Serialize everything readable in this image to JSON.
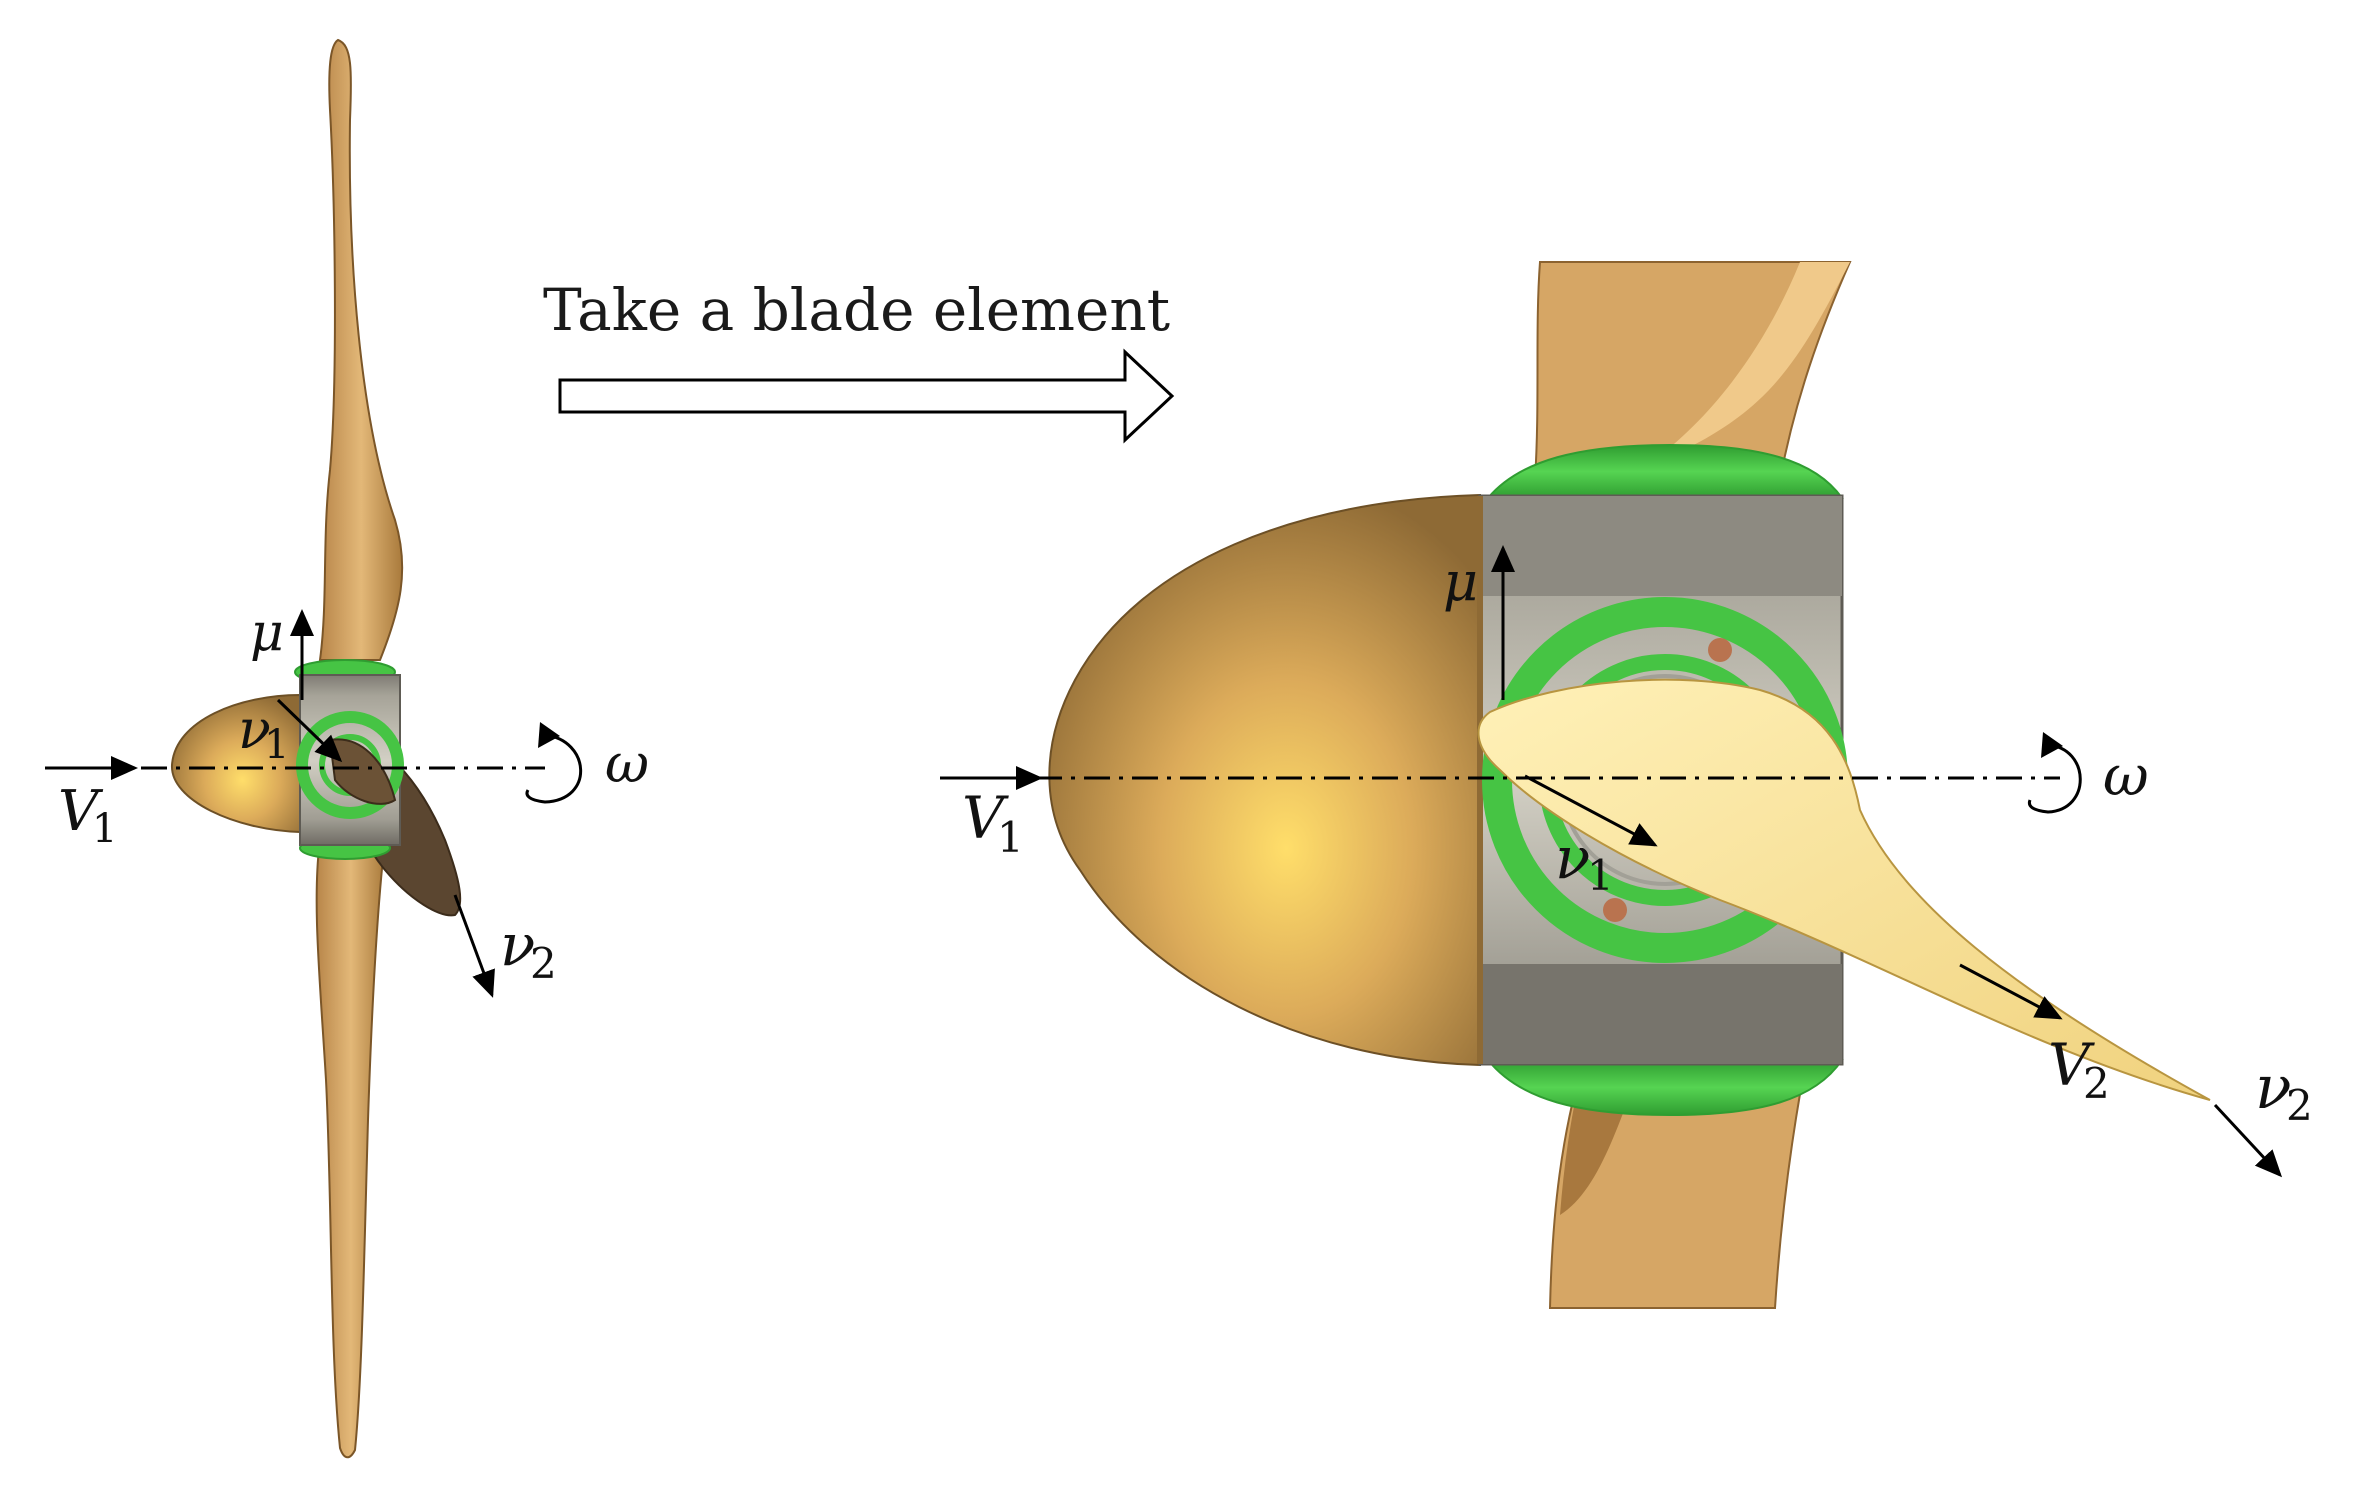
{
  "caption": "Take a blade element",
  "symbols": {
    "mu": "μ",
    "omega": "ω",
    "V": "V",
    "nu": "ν",
    "sub_1": "1",
    "sub_2": "2"
  },
  "colors": {
    "blade": "#d9a862",
    "blade_dark": "#a97a3c",
    "blade_light": "#f3df9a",
    "hub_grey": "#9a978e",
    "hub_light": "#c9c6bb",
    "ring_green": "#46c444",
    "ring_green_dark": "#2f9d31",
    "pin": "#b9734f",
    "arrow": "#000000"
  }
}
